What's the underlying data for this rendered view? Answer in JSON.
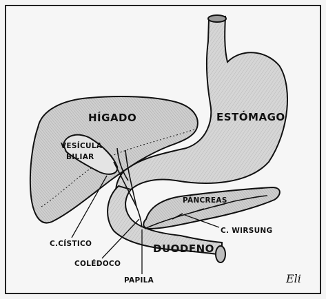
{
  "labels": {
    "liver": "HÍGADO",
    "stomach": "ESTÓMAGO",
    "gallbladder_line1": "VESÍCULA",
    "gallbladder_line2": "BILIAR",
    "pancreas": "PÁNCREAS",
    "wirsung": "C. WIRSUNG",
    "duodenum": "DUODENO",
    "cystic": "C.CÍSTICO",
    "bile_duct": "COLÉDOCO",
    "papilla": "PAPILA"
  },
  "signature": "Eli",
  "colors": {
    "background": "#f4f4f4",
    "border": "#222222",
    "organ_fill": "#d9d9d9",
    "organ_dark": "#bdbdbd",
    "ink": "#111111"
  }
}
